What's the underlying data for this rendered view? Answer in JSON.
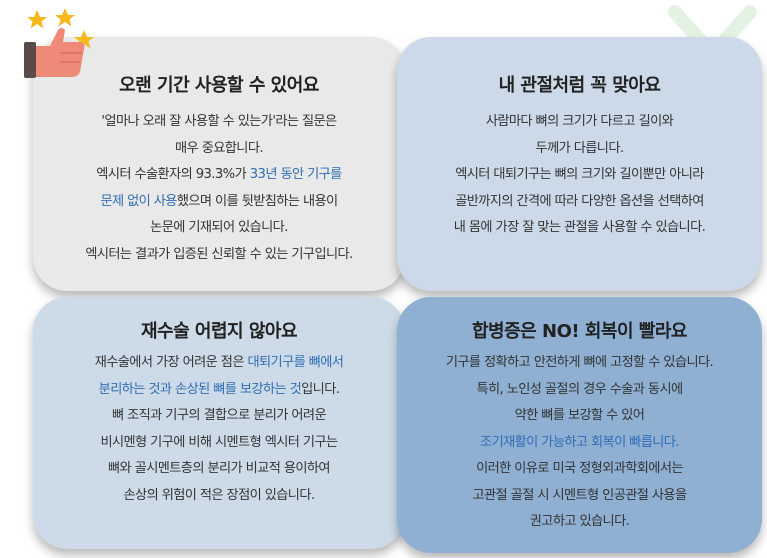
{
  "colors": {
    "highlight": "#2f6db5",
    "card1": "#e9e9ea",
    "card2": "#ccd9e8",
    "card3": "#cddbe9",
    "card4": "#8fb0d3",
    "decoration": "#c9e6c9"
  },
  "cards": [
    {
      "title": "오랜 기간 사용할 수 있어요",
      "lines": [
        [
          {
            "t": "'얼마나 오래 잘 사용할 수 있는가'라는 질문은"
          }
        ],
        [
          {
            "t": "매우 중요합니다."
          }
        ],
        [
          {
            "t": "엑시터 수술환자의 93.3%가 "
          },
          {
            "t": "33년 동안 기구를",
            "h": true
          }
        ],
        [
          {
            "t": "문제 없이 사용",
            "h": true
          },
          {
            "t": "했으며 이를 뒷받침하는 내용이"
          }
        ],
        [
          {
            "t": "논문에 기재되어 있습니다."
          }
        ],
        [
          {
            "t": "엑시터는 결과가 입증된 신뢰할 수 있는 기구입니다."
          }
        ]
      ]
    },
    {
      "title": "내 관절처럼 꼭 맞아요",
      "lines": [
        [
          {
            "t": "사람마다 뼈의 크기가 다르고 길이와"
          }
        ],
        [
          {
            "t": "두께가 다릅니다."
          }
        ],
        [
          {
            "t": "엑시터 대퇴기구는 뼈의 크기와 길이뿐만 아니라"
          }
        ],
        [
          {
            "t": "골반까지의 간격에 따라 다양한 옵션을 선택하여"
          }
        ],
        [
          {
            "t": "내 몸에 가장 잘 맞는 관절을 사용할 수 있습니다."
          }
        ]
      ]
    },
    {
      "title": "재수술 어렵지 않아요",
      "lines": [
        [
          {
            "t": "재수술에서 가장 어려운 점은 "
          },
          {
            "t": "대퇴기구를 뼈에서",
            "h": true
          }
        ],
        [
          {
            "t": "분리하는 것과 손상된 뼈를 보강하는 것",
            "h": true
          },
          {
            "t": "입니다."
          }
        ],
        [
          {
            "t": "뼈 조직과 기구의 결합으로 분리가 어려운"
          }
        ],
        [
          {
            "t": "비시멘형 기구에 비해 시멘트형 엑시터 기구는"
          }
        ],
        [
          {
            "t": "뼈와 골시멘트층의 분리가 비교적 용이하여"
          }
        ],
        [
          {
            "t": "손상의 위험이 적은 장점이 있습니다."
          }
        ]
      ]
    },
    {
      "title": "합병증은 NO! 회복이 빨라요",
      "lines": [
        [
          {
            "t": "기구를 정확하고 안전하게 뼈에 고정할 수 있습니다."
          }
        ],
        [
          {
            "t": "특히, 노인성 골절의 경우 수술과 동시에"
          }
        ],
        [
          {
            "t": "약한 뼈를 보강할 수 있어"
          }
        ],
        [
          {
            "t": "조기재활이 가능하고 회복이 빠릅니다.",
            "h": true
          }
        ],
        [
          {
            "t": "이러한 이유로 미국 정형외과학회에서는"
          }
        ],
        [
          {
            "t": "고관절 골절 시 시멘트형 인공관절 사용을"
          }
        ],
        [
          {
            "t": "권고하고 있습니다."
          }
        ]
      ]
    }
  ],
  "icons": {
    "thumb": "thumbs-up-stars-icon",
    "decoration": "green-x-decoration-icon"
  }
}
